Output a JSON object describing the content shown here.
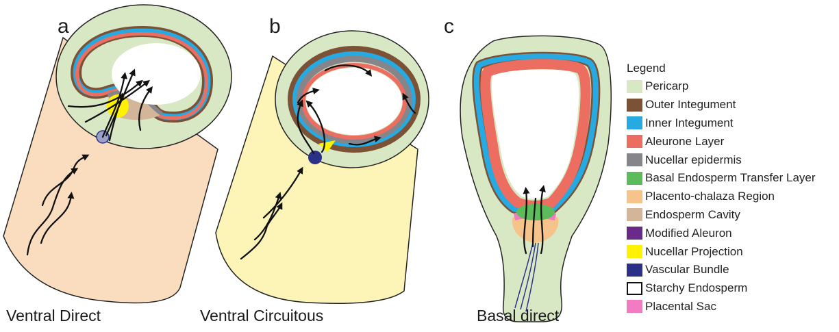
{
  "panels": [
    {
      "letter": "a",
      "caption": "Ventral Direct"
    },
    {
      "letter": "b",
      "caption": "Ventral Circuitous"
    },
    {
      "letter": "c",
      "caption": "Basal direct"
    }
  ],
  "legend": {
    "title": "Legend",
    "items": [
      {
        "label": "Pericarp",
        "color": "#d9e8c4"
      },
      {
        "label": "Outer Integument",
        "color": "#7b5236"
      },
      {
        "label": "Inner Integument",
        "color": "#27a9e1"
      },
      {
        "label": "Aleurone Layer",
        "color": "#ec6e61"
      },
      {
        "label": "Nucellar epidermis",
        "color": "#85858a"
      },
      {
        "label": "Basal Endosperm Transfer Layer",
        "color": "#5cbc5c"
      },
      {
        "label": "Placento-chalaza Region",
        "color": "#f6c48a"
      },
      {
        "label": "Endosperm Cavity",
        "color": "#d3b59a"
      },
      {
        "label": "Modified Aleuron",
        "color": "#6a2a8a"
      },
      {
        "label": "Nucellar Projection",
        "color": "#fff200"
      },
      {
        "label": "Vascular Bundle",
        "color": "#2b3187"
      },
      {
        "label": "Starchy Endosperm",
        "color": "#ffffff",
        "outlined": true
      },
      {
        "label": "Placental Sac",
        "color": "#f27cc2"
      }
    ]
  }
}
